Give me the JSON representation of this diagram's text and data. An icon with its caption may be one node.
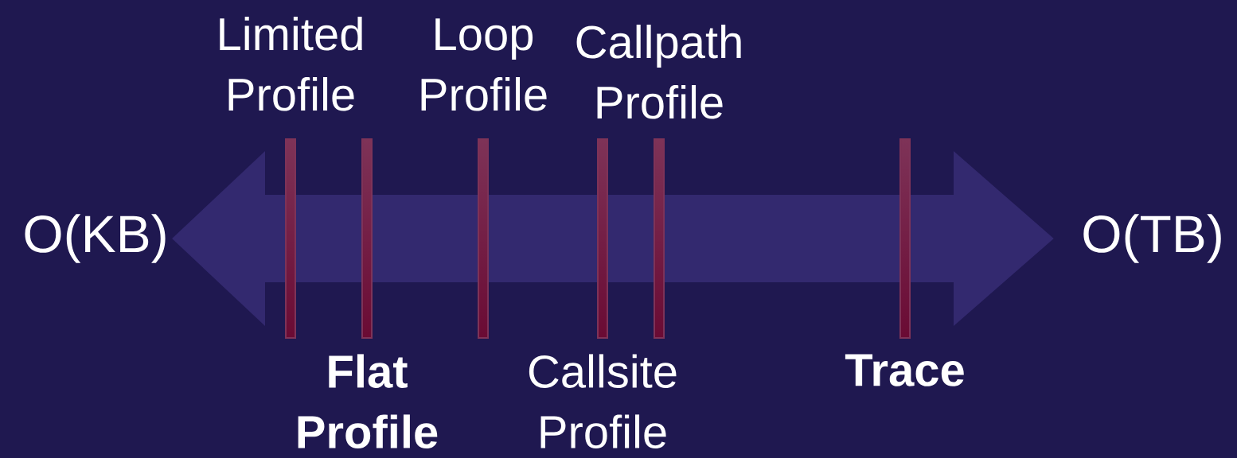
{
  "diagram": {
    "nodes": [
      {
        "text": [
          "O(KB)"
        ]
      },
      {
        "text": [],
        "shape": "bar",
        "beside": [
          "Limited Profile"
        ]
      },
      {
        "text": [],
        "shape": "bar",
        "beside": [
          "Flat Profile"
        ]
      },
      {
        "text": [],
        "shape": "bar",
        "beside": [
          "Loop Profile"
        ]
      },
      {
        "text": [],
        "shape": "bar",
        "beside": [
          "Callsite Profile"
        ]
      },
      {
        "text": [],
        "shape": "bar",
        "beside": [
          "Callpath Profile"
        ]
      },
      {
        "text": [],
        "shape": "bar",
        "beside": [
          "Trace"
        ]
      },
      {
        "text": [
          "O(TB)"
        ]
      }
    ],
    "edges": [
      {
        "from": 0,
        "to": 7,
        "arrow": "both",
        "style": "thick"
      }
    ]
  }
}
